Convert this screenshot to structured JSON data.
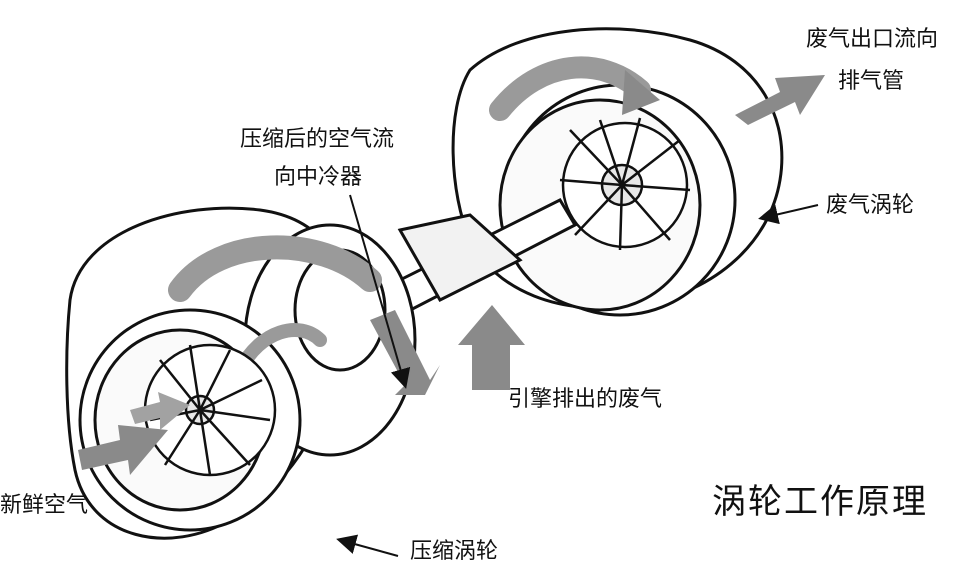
{
  "labels": {
    "exhaust_out_line1": "废气出口流向",
    "exhaust_out_line2": "排气管",
    "compressed_air_line1": "压缩后的空气流",
    "compressed_air_line2": "向中冷器",
    "turbine_wheel": "废气涡轮",
    "engine_exhaust": "引擎排出的废气",
    "fresh_air": "新鲜空气",
    "compressor_wheel": "压缩涡轮"
  },
  "title": "涡轮工作原理",
  "colors": {
    "background": "#ffffff",
    "line": "#111111",
    "arrow_fill": "#8a8a8a",
    "flow_band": "#9a9a9a"
  }
}
